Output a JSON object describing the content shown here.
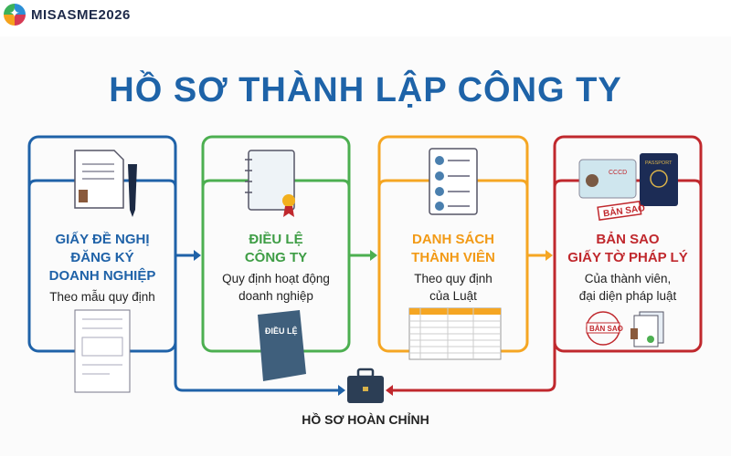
{
  "brand": {
    "name": "MISASME2026"
  },
  "title": "HỒ SƠ THÀNH LẬP CÔNG TY",
  "colors": {
    "blue": "#1f62a8",
    "green": "#4caf50",
    "orange": "#f5a623",
    "red": "#c0282d"
  },
  "cards": [
    {
      "heading": [
        "GIẤY ĐỀ NGHỊ",
        "ĐĂNG KÝ",
        "DOANH NGHIỆP"
      ],
      "desc": [
        "Theo mẫu quy định"
      ],
      "icon": "document-pen-icon"
    },
    {
      "heading": [
        "ĐIỀU LỆ",
        "CÔNG TY"
      ],
      "desc": [
        "Quy định hoạt động",
        "doanh nghiệp"
      ],
      "icon": "charter-notebook-icon",
      "book_label": "ĐIỀU LỆ"
    },
    {
      "heading": [
        "DANH SÁCH",
        "THÀNH VIÊN"
      ],
      "desc": [
        "Theo quy định",
        "của Luật"
      ],
      "icon": "member-list-icon"
    },
    {
      "heading": [
        "BẢN SAO",
        "GIẤY TỜ PHÁP LÝ"
      ],
      "desc": [
        "Của thành viên,",
        "đại diện pháp luật"
      ],
      "icon": "id-passport-icon",
      "id_label": "CCCD",
      "passport_label": "PASSPORT",
      "stamp": "BẢN SAO"
    }
  ],
  "final": "HỒ SƠ HOÀN CHỈNH"
}
